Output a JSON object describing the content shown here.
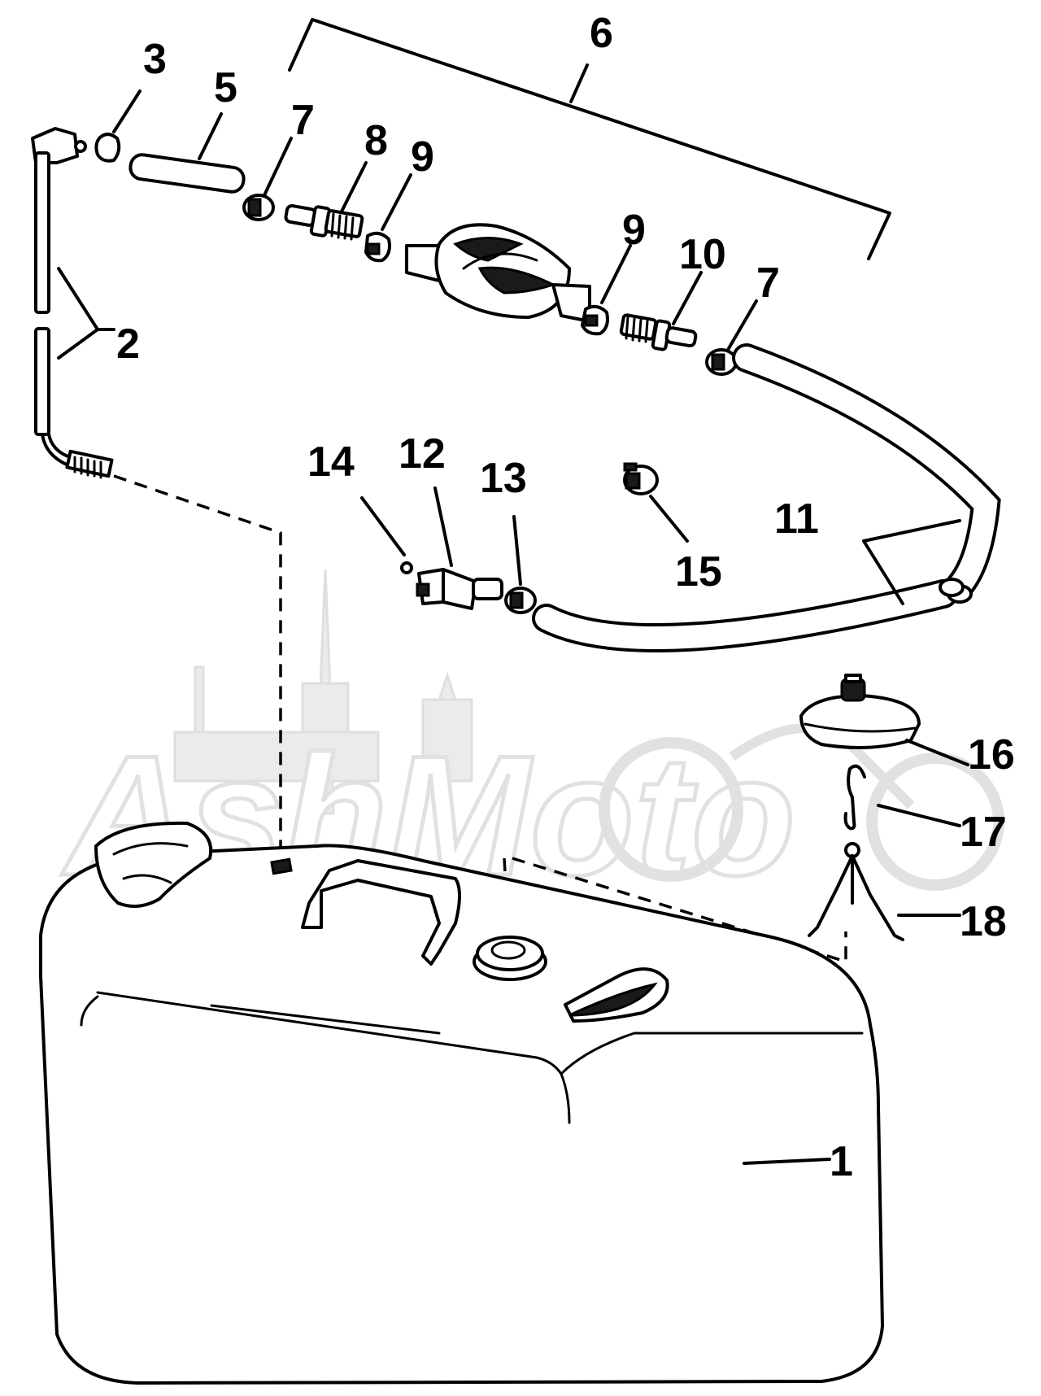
{
  "watermark": {
    "text": "AshMoto"
  },
  "callouts": {
    "c1": "1",
    "c2": "2",
    "c3": "3",
    "c5": "5",
    "c6": "6",
    "c7a": "7",
    "c7b": "7",
    "c8": "8",
    "c9a": "9",
    "c9b": "9",
    "c10": "10",
    "c11": "11",
    "c12": "12",
    "c13": "13",
    "c14": "14",
    "c15": "15",
    "c16": "16",
    "c17": "17",
    "c18": "18"
  }
}
